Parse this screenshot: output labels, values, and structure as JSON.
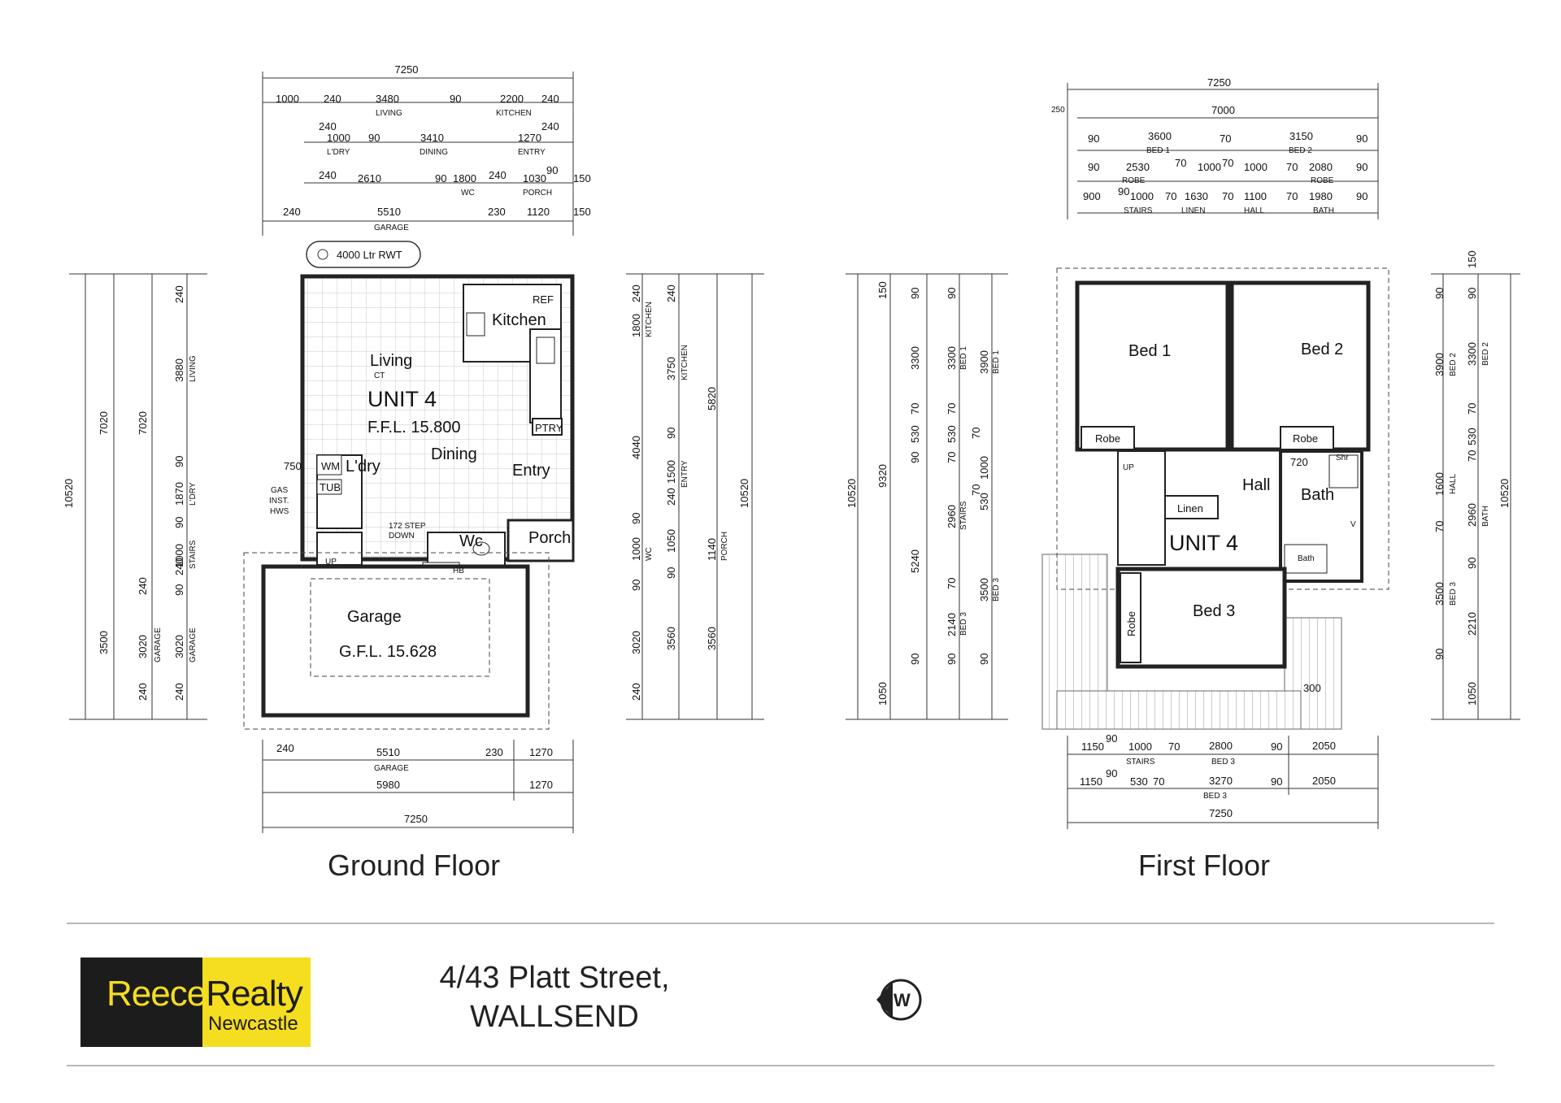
{
  "ground": {
    "caption": "Ground Floor",
    "top_dims": {
      "overall": "7250",
      "row1": [
        "1000",
        "240",
        "3480",
        "90",
        "2200",
        "240"
      ],
      "row1_labels": [
        "LIVING",
        "KITCHEN"
      ],
      "row2": [
        "240",
        "1000",
        "90",
        "3410",
        "1270",
        "240"
      ],
      "row2_labels": [
        "L'DRY",
        "DINING",
        "ENTRY"
      ],
      "row3": [
        "240",
        "2610",
        "90",
        "1800",
        "240",
        "1030",
        "90",
        "150"
      ],
      "row3_labels": [
        "WC",
        "PORCH"
      ],
      "row4": [
        "240",
        "5510",
        "230",
        "1120",
        "150"
      ],
      "row4_labels": [
        "GARAGE"
      ]
    },
    "tank": "4000 Ltr  RWT",
    "rooms": {
      "living": "Living",
      "ct": "CT",
      "unit": "UNIT 4",
      "ffl": "F.F.L. 15.800",
      "kitchen": "Kitchen",
      "ref": "REF",
      "ptry": "PTRY",
      "dining": "Dining",
      "ldry": "L'dry",
      "wm": "WM",
      "tub": "TUB",
      "entry": "Entry",
      "step": "172 STEP",
      "down": "DOWN",
      "wc": "Wc",
      "porch": "Porch",
      "hb": "HB",
      "up": "UP",
      "garage": "Garage",
      "gfl": "G.F.L. 15.628",
      "gas1": "GAS",
      "gas2": "INST.",
      "gas3": "HWS",
      "d750": "750"
    },
    "left_dims": [
      "10520",
      "7020",
      "7020",
      "3500",
      "3880",
      "1870",
      "1000",
      "3020",
      "3020",
      "240",
      "90",
      "90",
      "240",
      "240",
      "240",
      "90",
      "240"
    ],
    "left_labels": [
      "LIVING",
      "L'DRY",
      "STAIRS",
      "GARAGE",
      "GARAGE"
    ],
    "right_dims": [
      "1800",
      "240",
      "240",
      "3750",
      "5820",
      "4040",
      "90",
      "1500",
      "240",
      "10520",
      "90",
      "1000",
      "1050",
      "90",
      "1140",
      "90",
      "3020",
      "3560",
      "3560",
      "240"
    ],
    "right_labels": [
      "KITCHEN",
      "KITCHEN",
      "ENTRY",
      "WC",
      "PORCH"
    ],
    "bottom_dims": {
      "row1": [
        "240",
        "5510",
        "230",
        "1270"
      ],
      "row1_label": "GARAGE",
      "row2": [
        "5980",
        "1270"
      ],
      "overall": "7250"
    }
  },
  "first": {
    "caption": "First Floor",
    "top_dims": {
      "overall": "7250",
      "d7000": "7000",
      "d250": "250",
      "row1": [
        "90",
        "3600",
        "70",
        "3150",
        "90"
      ],
      "row1_labels": [
        "BED 1",
        "BED 2"
      ],
      "row2": [
        "90",
        "2530",
        "70",
        "1000",
        "70",
        "1000",
        "70",
        "2080",
        "90"
      ],
      "row2_labels": [
        "ROBE",
        "ROBE"
      ],
      "row3": [
        "900",
        "90",
        "1000",
        "70",
        "1630",
        "70",
        "1100",
        "70",
        "1980",
        "90"
      ],
      "row3_labels": [
        "STAIRS",
        "LINEN",
        "HALL",
        "BATH"
      ]
    },
    "rooms": {
      "bed1": "Bed 1",
      "bed2": "Bed 2",
      "robe": "Robe",
      "robe2": "Robe",
      "robe3": "Robe",
      "up": "UP",
      "hall": "Hall",
      "bath": "Bath",
      "shr": "Shr",
      "bath_small": "Bath",
      "v": "V",
      "d720": "720",
      "linen": "Linen",
      "unit": "UNIT 4",
      "bed3": "Bed 3",
      "d300": "300"
    },
    "left_dims": [
      "10520",
      "150",
      "90",
      "90",
      "9320",
      "3300",
      "3300",
      "3900",
      "70",
      "70",
      "530",
      "530",
      "90",
      "70",
      "70",
      "1000",
      "5240",
      "2960",
      "530",
      "70",
      "3500",
      "70",
      "2140",
      "90",
      "90",
      "1050",
      "90"
    ],
    "left_labels": [
      "BED 1",
      "BED 1",
      "STAIRS",
      "BED 3",
      "BED 3"
    ],
    "right_dims": [
      "150",
      "90",
      "90",
      "3900",
      "3300",
      "70",
      "530",
      "70",
      "1600",
      "2960",
      "70",
      "90",
      "3500",
      "2210",
      "90",
      "1050",
      "10520"
    ],
    "right_labels": [
      "BED 2",
      "BED 2",
      "HALL",
      "BATH",
      "BED 3"
    ],
    "bottom_dims": {
      "row1": [
        "1150",
        "90",
        "1000",
        "70",
        "2800",
        "90",
        "2050"
      ],
      "row1_labels": [
        "STAIRS",
        "BED 3"
      ],
      "row2": [
        "1150",
        "90",
        "530",
        "70",
        "3270",
        "90",
        "2050"
      ],
      "row2_label": "BED 3",
      "overall": "7250"
    }
  },
  "footer": {
    "logo_part1": "Reece",
    "logo_part2": "Realty",
    "logo_sub": "Newcastle",
    "address_line1": "4/43 Platt Street,",
    "address_line2": "WALLSEND",
    "compass_letter": "W"
  }
}
